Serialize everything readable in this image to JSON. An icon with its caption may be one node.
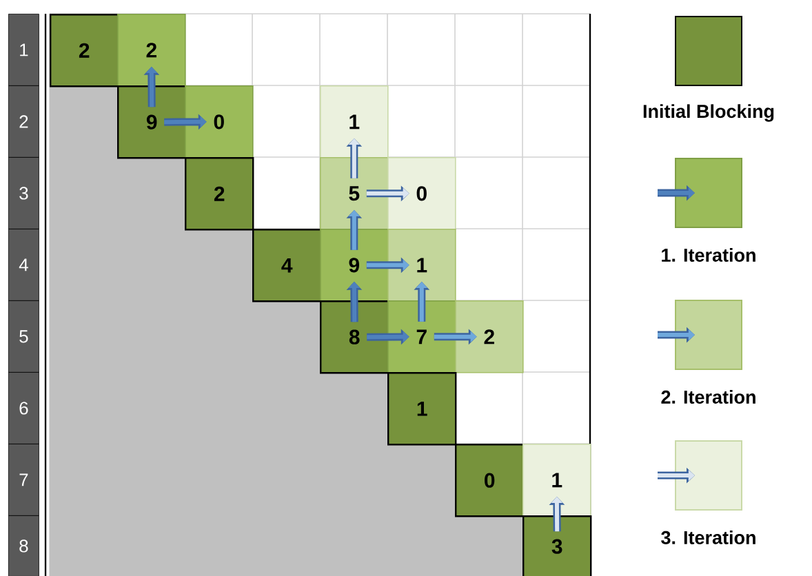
{
  "diagram": {
    "nodes": [
      {
        "text": [
          "2"
        ]
      },
      {
        "text": [
          "2"
        ]
      },
      {
        "text": [
          "9"
        ]
      },
      {
        "text": [
          "0"
        ]
      },
      {
        "text": [
          "1"
        ]
      },
      {
        "text": [
          "2"
        ]
      },
      {
        "text": [
          "5"
        ]
      },
      {
        "text": [
          "0"
        ]
      },
      {
        "text": [
          "4"
        ]
      },
      {
        "text": [
          "9"
        ]
      },
      {
        "text": [
          "1"
        ]
      },
      {
        "text": [
          "8"
        ]
      },
      {
        "text": [
          "7"
        ]
      },
      {
        "text": [
          "2"
        ]
      },
      {
        "text": [
          "1"
        ]
      },
      {
        "text": [
          "0"
        ]
      },
      {
        "text": [
          "1"
        ]
      },
      {
        "text": [
          "3"
        ]
      }
    ],
    "edges": [
      {
        "from": 2,
        "to": 1,
        "arrow": "to",
        "color": "#4f81bd"
      },
      {
        "from": 2,
        "to": 3,
        "arrow": "to",
        "color": "#4f81bd"
      },
      {
        "from": 11,
        "to": 9,
        "arrow": "to",
        "color": "#4f81bd"
      },
      {
        "from": 11,
        "to": 12,
        "arrow": "to",
        "color": "#4f81bd"
      },
      {
        "from": 9,
        "to": 10,
        "arrow": "to",
        "color": "#6fa8dc"
      },
      {
        "from": 12,
        "to": 10,
        "arrow": "to",
        "color": "#6fa8dc"
      },
      {
        "from": 12,
        "to": 13,
        "arrow": "to",
        "color": "#6fa8dc"
      },
      {
        "from": 9,
        "to": 6,
        "arrow": "to",
        "color": "#6fa8dc"
      },
      {
        "from": 6,
        "to": 7,
        "arrow": "to",
        "color": "#dbe5f1"
      },
      {
        "from": 6,
        "to": 4,
        "arrow": "to",
        "color": "#dbe5f1"
      },
      {
        "from": 17,
        "to": 16,
        "arrow": "to",
        "color": "#dbe5f1"
      }
    ],
    "labels": [
      "1",
      "2",
      "3",
      "4",
      "5",
      "6",
      "7",
      "8"
    ],
    "legend": [
      {
        "text": "Initial Blocking",
        "color": "#77933c"
      },
      {
        "text": "1. Iteration",
        "color": "#9bbb59"
      },
      {
        "text": "2. Iteration",
        "color": "#c3d69b"
      },
      {
        "text": "3. Iteration",
        "color": "#ebf1de"
      }
    ]
  }
}
